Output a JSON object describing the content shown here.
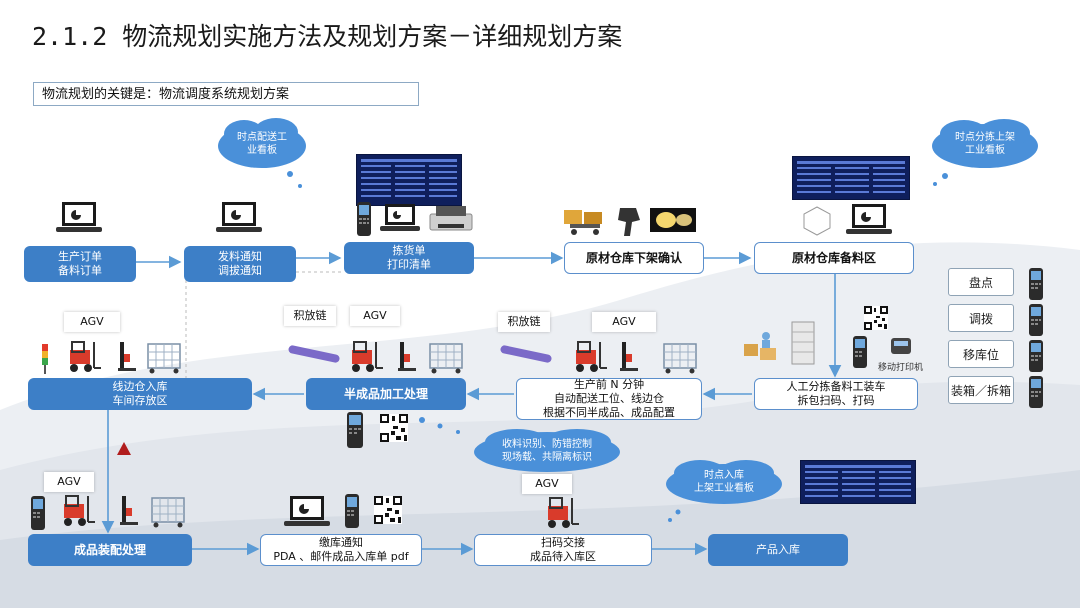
{
  "title": "2.1.2 物流规划实施方法及规划方案－详细规划方案",
  "subtitle": "物流规划的关键是：物流调度系统规划方案",
  "clouds": {
    "c1": "时点配送工\n业看板",
    "c2": "时点分拣上架\n工业看板",
    "c3": "收料识别、防错控制\n现场载、共隔离标识",
    "c4": "时点入库\n上架工业看板"
  },
  "boxes": {
    "order": "生产订单\n备料订单",
    "notify": "发料通知\n调拔通知",
    "pick": "拣货单\n打印清单",
    "raw_confirm": "原材仓库下架确认",
    "raw_area": "原材仓库备料区",
    "manual_sort": "人工分拣备料工装车\n拆包扫码、打码",
    "pre_production": "生产前 N 分钟\n自动配送工位、线边仓\n根据不同半成品、成品配置",
    "semi_process": "半成品加工处理",
    "line_side": "线边仓入库\n车间存放区",
    "assembly": "成品装配处理",
    "stock_notice": "缴库通知\nPDA 、邮件成品入库单 pdf",
    "scan_handover": "扫码交接\n成品待入库区",
    "product_in": "产品入库"
  },
  "labels": {
    "agv1": "AGV",
    "chain1": "积放链",
    "agv2": "AGV",
    "chain2": "积放链",
    "agv3": "AGV",
    "agv4": "AGV",
    "agv5": "AGV",
    "mobile_printer": "移动打印机"
  },
  "side_buttons": [
    "盘点",
    "调拨",
    "移库位",
    "装箱／拆箱"
  ],
  "colors": {
    "accent": "#3d7fc7",
    "cloud": "#4a90d9",
    "line": "#5b9bd5"
  }
}
